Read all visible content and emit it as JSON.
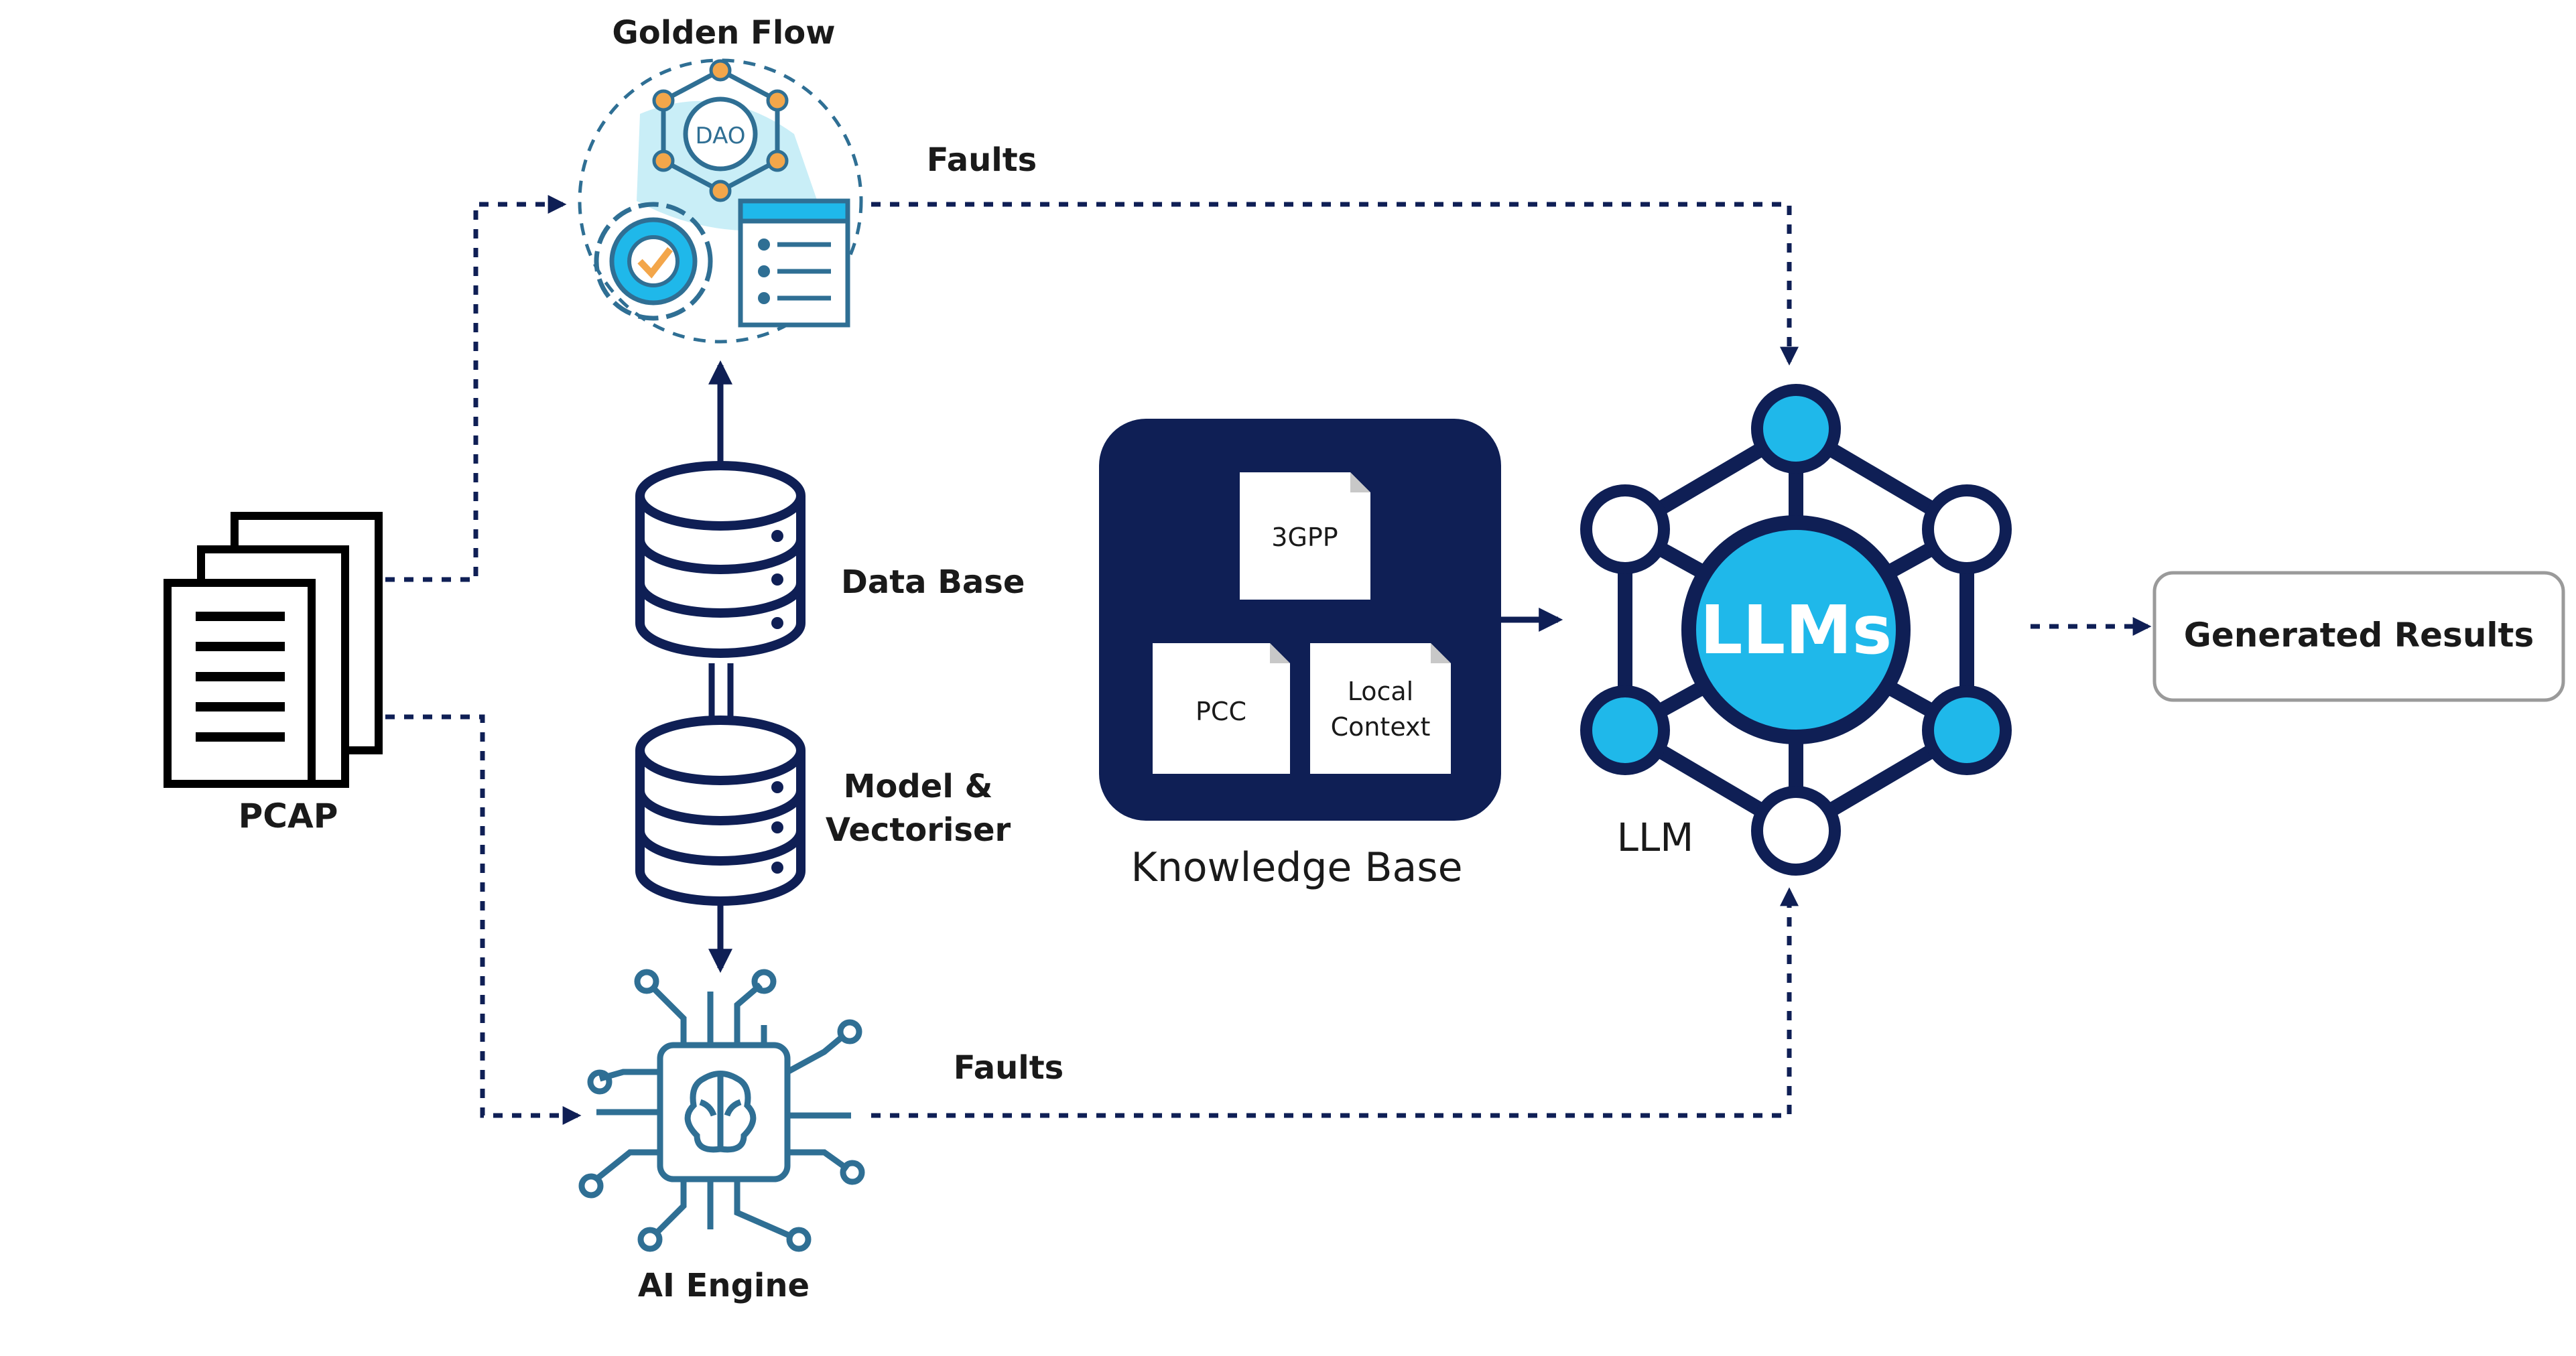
{
  "colors": {
    "navy": "#0f1f55",
    "cyan": "#1fb8ea",
    "teal_icon": "#2f6f94",
    "light_cyan": "#c9eef7"
  },
  "labels": {
    "golden_flow": "Golden Flow",
    "faults_top": "Faults",
    "faults_bottom": "Faults",
    "data_base": "Data Base",
    "model_line1": "Model &",
    "model_line2": "Vectoriser",
    "pcap": "PCAP",
    "ai_engine": "AI Engine",
    "knowledge_base": "Knowledge Base",
    "llm": "LLM",
    "generated_results": "Generated Results"
  },
  "golden_flow_icon_text": "DAO",
  "knowledge_docs": {
    "doc_3gpp": "3GPP",
    "doc_pcc": "PCC",
    "doc_local_1": "Local",
    "doc_local_2": "Context"
  },
  "llm_hub_text": "LLMs",
  "icons": [
    "document-stack-icon",
    "golden-flow-icon",
    "database-icon",
    "vector-database-icon",
    "ai-chip-icon",
    "llm-network-icon"
  ]
}
